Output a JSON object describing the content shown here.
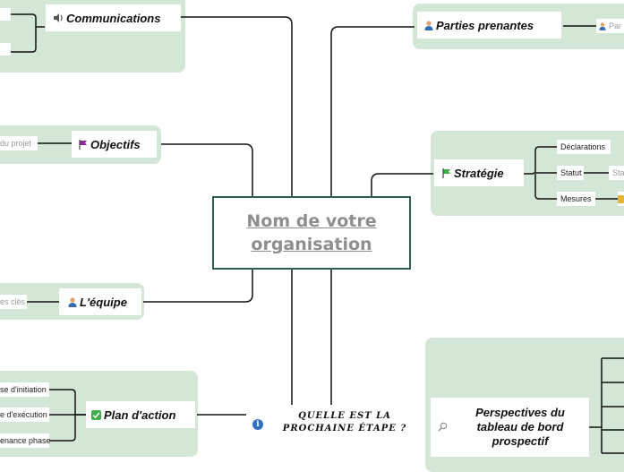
{
  "central": {
    "title": "Nom de votre organisation"
  },
  "next_step": {
    "label": "QUELLE EST LA PROCHAINE ÉTAPE ?",
    "icon": "info-icon"
  },
  "branches": {
    "communications": {
      "label": "Communications",
      "icon": "speaker-icon"
    },
    "objectifs": {
      "label": "Objectifs",
      "icon": "purple-flag-icon",
      "child": "du projet"
    },
    "equipe": {
      "label": "L'équipe",
      "icon": "person-icon",
      "child": "es clés"
    },
    "plan_action": {
      "label": "Plan d'action",
      "icon": "checkmark-icon",
      "children": [
        "se d'initiation",
        "e d'exécution",
        "enance phase"
      ]
    },
    "parties_prenantes": {
      "label": "Parties prenantes",
      "icon": "person-icon",
      "child": "Par"
    },
    "strategie": {
      "label": "Stratégie",
      "icon": "green-flag-icon",
      "children": [
        "Déclarations",
        "Statut",
        "Mesures"
      ],
      "statut_child": "Sta"
    },
    "perspectives": {
      "label": "Perspectives du tableau de bord prospectif",
      "icon": "magnifier-icon"
    }
  },
  "colors": {
    "zone": "#d4e6d5",
    "central_border": "#2f5e52",
    "central_text": "#8e8e8e",
    "link": "#111111"
  }
}
